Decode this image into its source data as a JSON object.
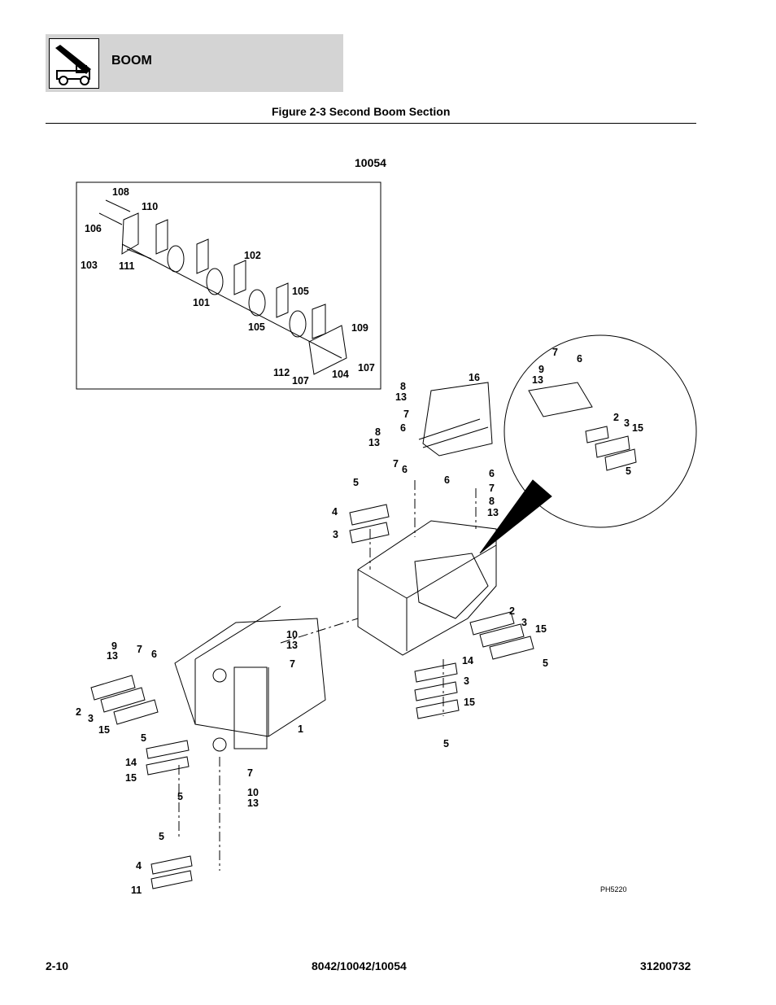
{
  "header": {
    "section_title": "BOOM",
    "icon": "telehandler-boom-icon"
  },
  "figure": {
    "title": "Figure 2-3 Second Boom Section",
    "model": "10054",
    "photo_ref": "PH5220",
    "inset_callouts": [
      "108",
      "110",
      "106",
      "103",
      "111",
      "102",
      "105",
      "101",
      "105",
      "109",
      "112",
      "107",
      "104",
      "107"
    ],
    "main_callouts": [
      "8",
      "13",
      "7",
      "6",
      "16",
      "8",
      "13",
      "7",
      "6",
      "6",
      "6",
      "7",
      "8",
      "13",
      "5",
      "4",
      "3",
      "2",
      "3",
      "15",
      "5",
      "14",
      "3",
      "15",
      "5",
      "10",
      "13",
      "7",
      "1",
      "9",
      "13",
      "7",
      "6",
      "2",
      "3",
      "15",
      "5",
      "14",
      "15",
      "5",
      "7",
      "10",
      "13",
      "5",
      "4",
      "11"
    ],
    "detail_callouts": [
      "7",
      "6",
      "9",
      "13",
      "2",
      "3",
      "15",
      "5"
    ]
  },
  "footer": {
    "page_number": "2-10",
    "models": "8042/10042/10054",
    "doc_number": "31200732"
  }
}
